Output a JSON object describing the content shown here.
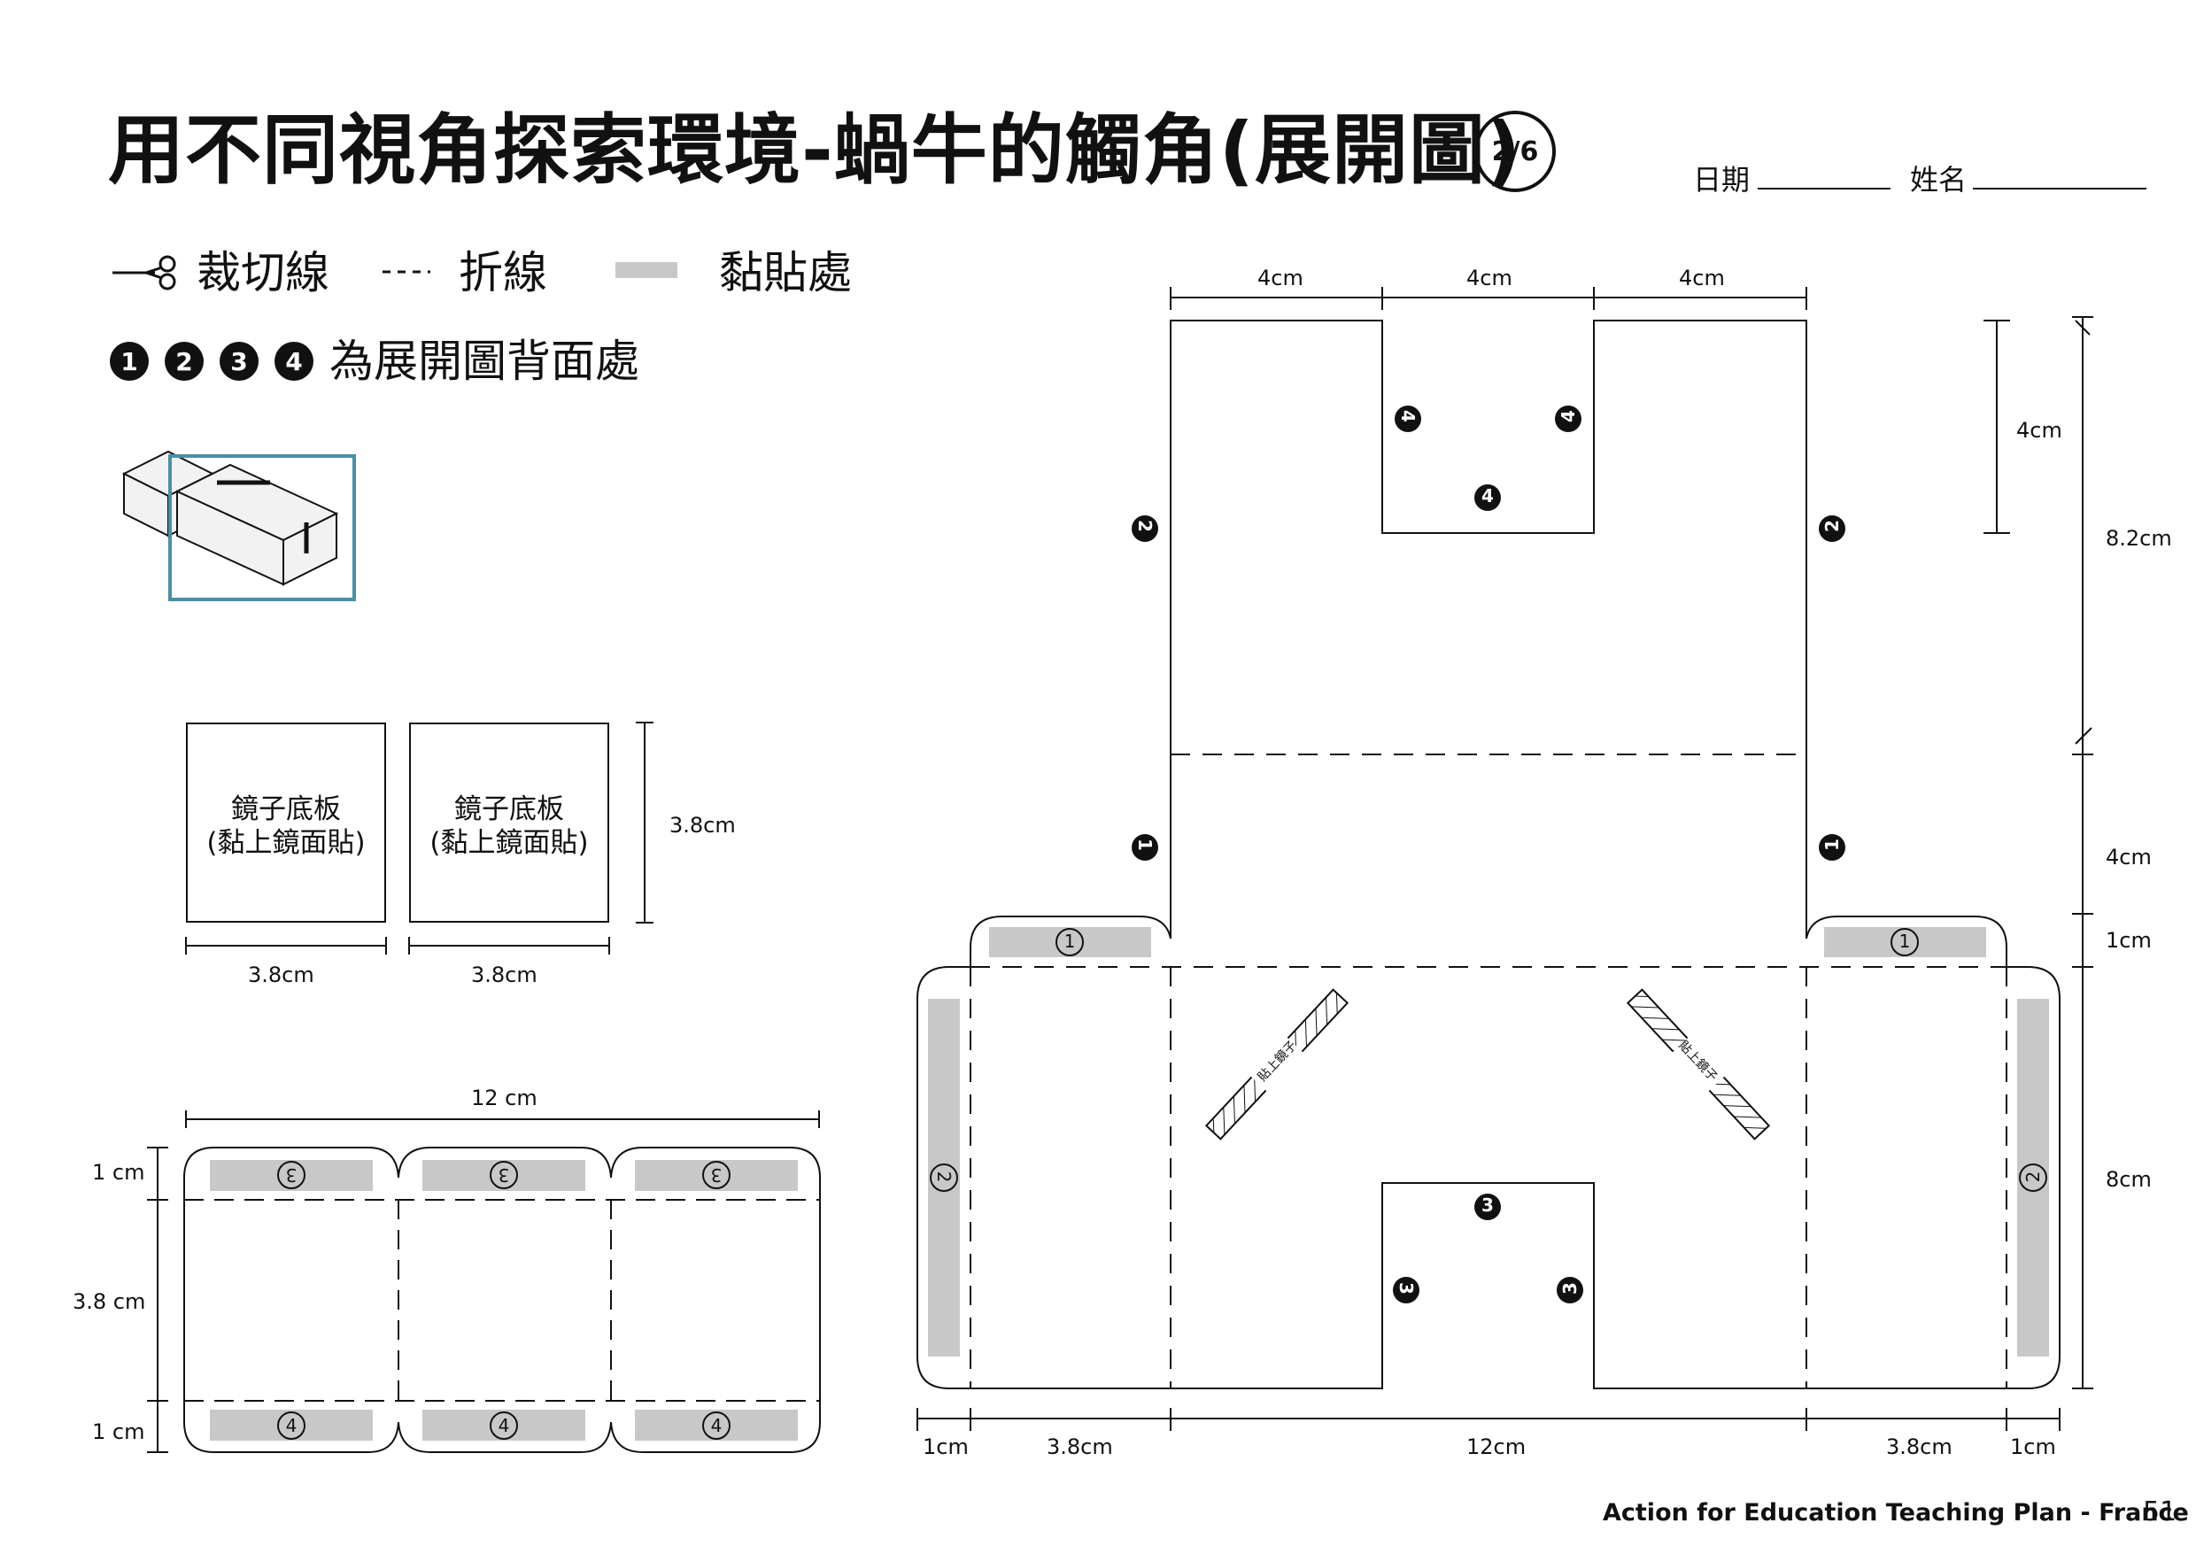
{
  "header": {
    "title": "用不同視角探索環境-蝸牛的觸角(展開圖)",
    "page_indicator": "2/6",
    "date_label": "日期",
    "name_label": "姓名"
  },
  "legend": {
    "cut_label": "裁切線",
    "fold_label": "折線",
    "glue_label": "黏貼處",
    "numbers": [
      "1",
      "2",
      "3",
      "4"
    ],
    "back_note": "為展開圖背面處"
  },
  "mirror_boards": {
    "label_line1": "鏡子底板",
    "label_line2": "(黏上鏡面貼)",
    "height_dim": "3.8cm",
    "width_dim_left": "3.8cm",
    "width_dim_right": "3.8cm"
  },
  "small_net": {
    "width_dim": "12 cm",
    "top_dim": "1 cm",
    "middle_dim": "3.8 cm",
    "bottom_dim": "1 cm",
    "top_tab_number": "3",
    "bottom_tab_number": "4"
  },
  "main_net": {
    "top_dims": [
      "4cm",
      "4cm",
      "4cm"
    ],
    "right_dims": [
      "4cm",
      "8.2cm",
      "4cm",
      "1cm",
      "8cm"
    ],
    "bottom_dims": [
      "1cm",
      "3.8cm",
      "12cm",
      "3.8cm",
      "1cm"
    ],
    "mirror_strip_label": "貼上鏡子",
    "markers": [
      "1",
      "2",
      "3",
      "4"
    ]
  },
  "footer": {
    "text": "Action for Education Teaching Plan -  France",
    "page_number": "51"
  },
  "colors": {
    "ink": "#111111",
    "glue_gray": "#c8c8c8",
    "highlight_box": "#4a90a4"
  }
}
